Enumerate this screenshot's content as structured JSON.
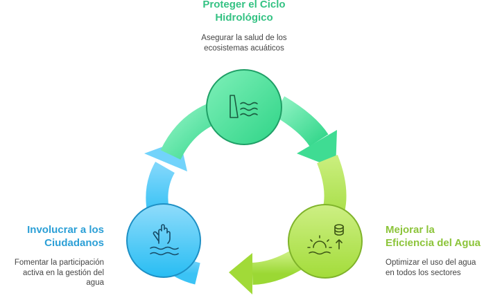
{
  "colors": {
    "green": "#35d68e",
    "lime": "#b2e34a",
    "blue": "#3db8f4",
    "title_green": "#34c283",
    "title_lime": "#8cc43a",
    "title_blue": "#2b9fd6"
  },
  "stages": [
    {
      "id": "top",
      "title_lines": [
        "Proteger el Ciclo",
        "Hidrológico"
      ],
      "desc_lines": [
        "Asegurar la salud de los",
        "ecosistemas acuáticos"
      ],
      "icon": "dam-water-icon"
    },
    {
      "id": "right",
      "title_lines": [
        "Mejorar la",
        "Eficiencia del Agua"
      ],
      "desc_lines": [
        "Optimizar el uso del agua",
        "en todos los sectores"
      ],
      "icon": "gear-database-icon"
    },
    {
      "id": "left",
      "title_lines": [
        "Involucrar a los",
        "Ciudadanos"
      ],
      "desc_lines": [
        "Fomentar la participación",
        "activa en la gestión del",
        "agua"
      ],
      "icon": "hand-water-icon"
    }
  ]
}
